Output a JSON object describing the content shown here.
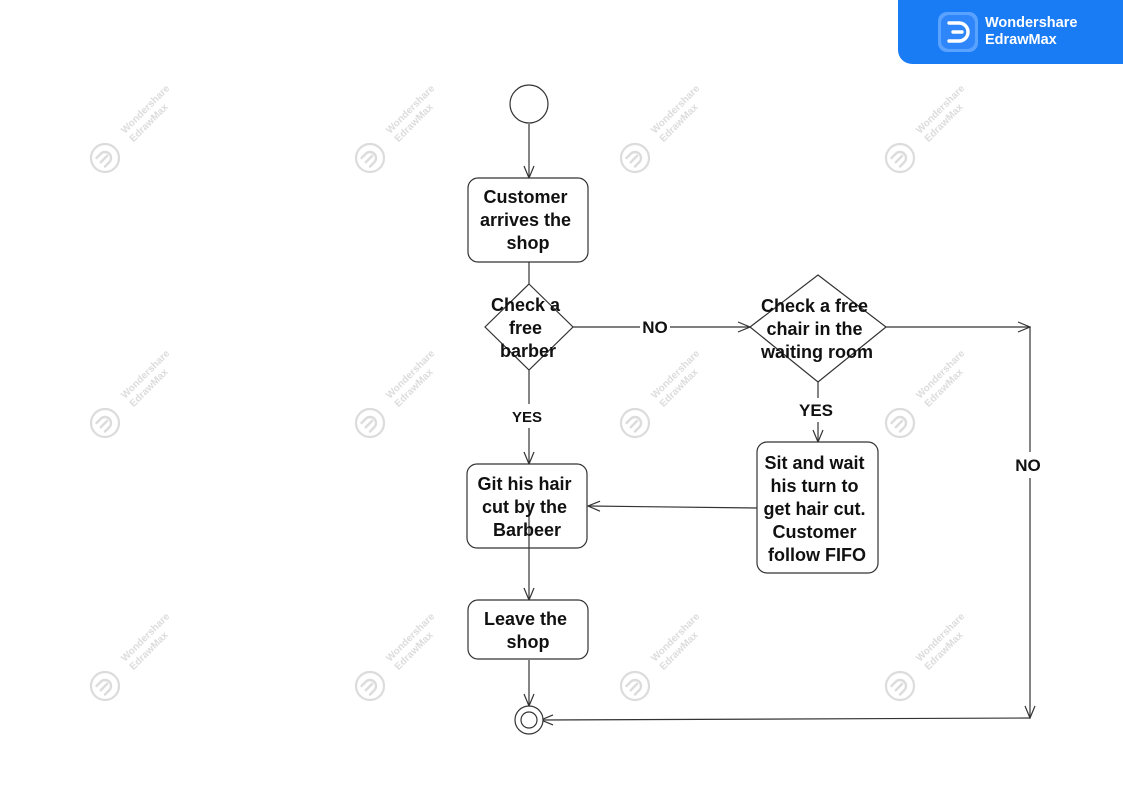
{
  "branding": {
    "line1": "Wondershare",
    "line2": "EdrawMax"
  },
  "watermark": {
    "line1": "Wondershare",
    "line2": "EdrawMax"
  },
  "colors": {
    "stroke": "#333333",
    "text": "#111111",
    "badge": "#1a7cf5",
    "watermark": "#dcdcdc"
  },
  "nodes": {
    "start": {
      "shape": "initial-node"
    },
    "customer_arrives": {
      "lines": [
        "Customer",
        "arrives the",
        "shop"
      ]
    },
    "check_barber": {
      "lines": [
        "Check a",
        "free",
        "barber"
      ]
    },
    "check_chair": {
      "lines": [
        "Check a free",
        "chair in the",
        "waiting room"
      ]
    },
    "get_haircut": {
      "lines": [
        "Git his hair",
        "cut by the",
        "Barbeer"
      ]
    },
    "sit_wait": {
      "lines": [
        "Sit and wait",
        "his turn to",
        "get hair cut.",
        "Customer",
        "follow FIFO"
      ]
    },
    "leave_shop": {
      "lines": [
        "Leave the",
        "shop"
      ]
    },
    "end": {
      "shape": "final-node"
    }
  },
  "edges": {
    "barber_no": "NO",
    "barber_yes": "YES",
    "chair_yes": "YES",
    "chair_no": "NO"
  }
}
